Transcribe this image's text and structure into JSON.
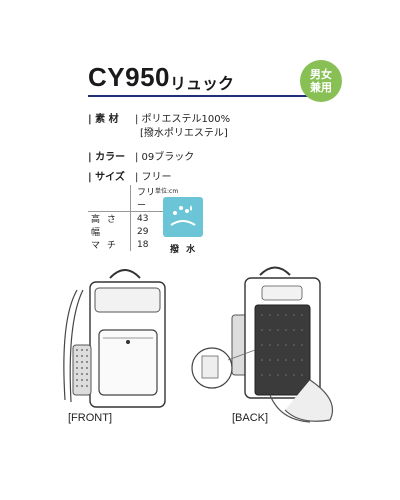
{
  "header": {
    "model": "CY950",
    "type": "リュック",
    "badge_line1": "男女",
    "badge_line2": "兼用"
  },
  "specs": {
    "material_label": "| 素 材",
    "material_value1": "| ポリエステル100%",
    "material_value2": "[撥水ポリエステル]",
    "color_label": "| カラー",
    "color_value": "| 09ブラック",
    "size_label": "| サイズ",
    "size_value": "| フリー"
  },
  "size_table": {
    "unit": "単位:cm",
    "column": "フリー",
    "rows": [
      {
        "label": "高 さ",
        "value": "43"
      },
      {
        "label": "幅",
        "value": "29"
      },
      {
        "label": "マ チ",
        "value": "18"
      }
    ]
  },
  "feature": {
    "icon": "water-repellent-icon",
    "label": "撥 水",
    "color": "#6cc5d6"
  },
  "captions": {
    "front": "[FRONT]",
    "back": "[BACK]"
  },
  "colors": {
    "accent_rule": "#1f2f7a",
    "badge": "#88c055"
  }
}
